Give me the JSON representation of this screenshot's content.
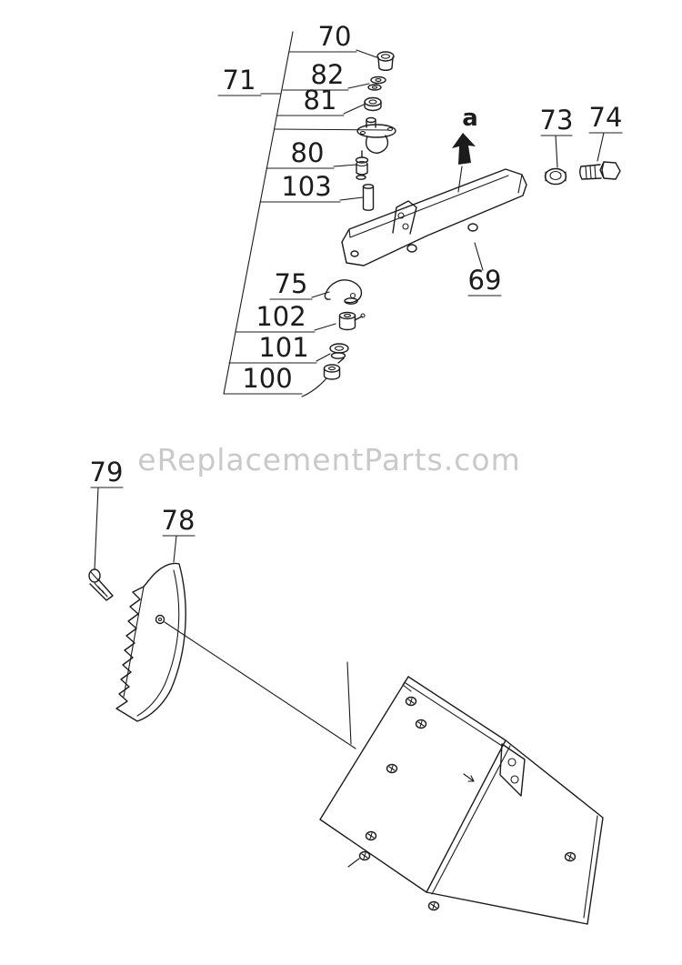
{
  "watermark": "eReplacementParts.com",
  "callouts": {
    "c70": "70",
    "c82": "82",
    "c71": "71",
    "c81": "81",
    "c80": "80",
    "c103": "103",
    "ca": "a",
    "c73": "73",
    "c74": "74",
    "c69": "69",
    "c75": "75",
    "c102": "102",
    "c101": "101",
    "c100": "100",
    "c79": "79",
    "c78": "78"
  },
  "colors": {
    "line": "#1c1c1c",
    "watermark": "#c9c9c9",
    "background": "#ffffff"
  }
}
